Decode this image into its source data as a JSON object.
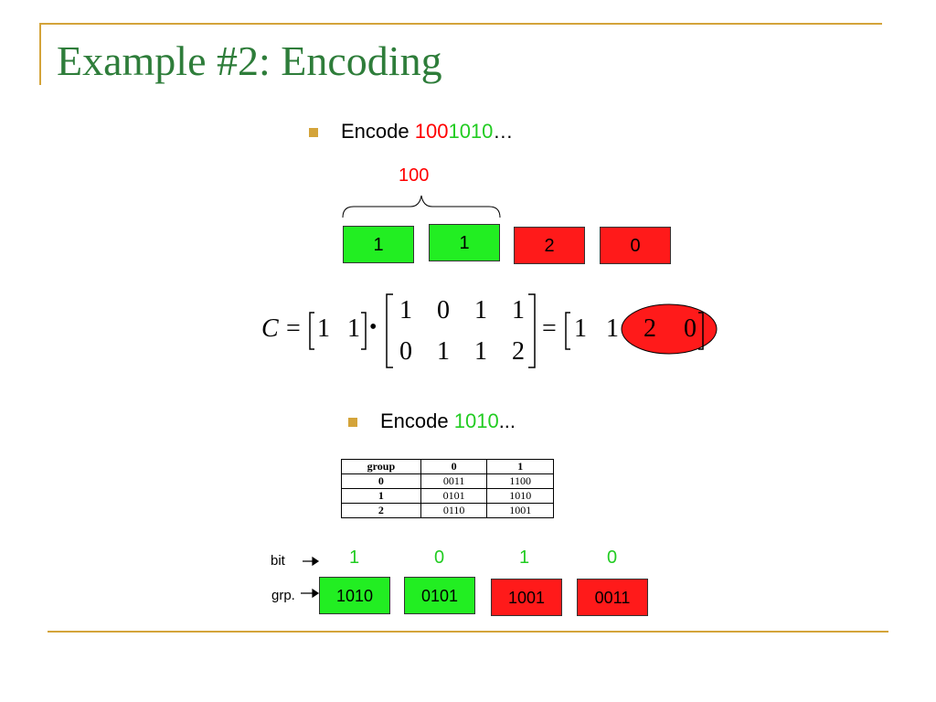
{
  "title": "Example #2:  Encoding",
  "bullet1": {
    "prefix": "Encode ",
    "red": "100",
    "green": "1010",
    "suffix": "…"
  },
  "brace_label": "100",
  "top_boxes": [
    {
      "value": "1",
      "color": "green"
    },
    {
      "value": "1",
      "color": "green"
    },
    {
      "value": "2",
      "color": "red"
    },
    {
      "value": "0",
      "color": "red"
    }
  ],
  "equation": {
    "lhs": "C",
    "equals": "=",
    "row_vector": [
      "1",
      "1"
    ],
    "dot": "•",
    "matrix": [
      [
        "1",
        "0",
        "1",
        "1"
      ],
      [
        "0",
        "1",
        "1",
        "2"
      ]
    ],
    "result_plain": [
      "1",
      "1"
    ],
    "result_circled": [
      "2",
      "0"
    ]
  },
  "bullet2": {
    "prefix": "Encode ",
    "green": "1010",
    "suffix": "..."
  },
  "table": {
    "headers": [
      "group",
      "0",
      "1"
    ],
    "rows": [
      [
        "0",
        "0011",
        "1100"
      ],
      [
        "1",
        "0101",
        "1010"
      ],
      [
        "2",
        "0110",
        "1001"
      ]
    ]
  },
  "bit_label": "bit",
  "grp_label": "grp.",
  "bits": [
    "1",
    "0",
    "1",
    "0"
  ],
  "bottom_boxes": [
    {
      "value": "1010",
      "color": "green"
    },
    {
      "value": "0101",
      "color": "green"
    },
    {
      "value": "1001",
      "color": "red"
    },
    {
      "value": "0011",
      "color": "red"
    }
  ],
  "colors": {
    "green": "#22ee22",
    "red": "#ff1a1a",
    "accent": "#d4a43a",
    "title": "#2e7d3a"
  }
}
